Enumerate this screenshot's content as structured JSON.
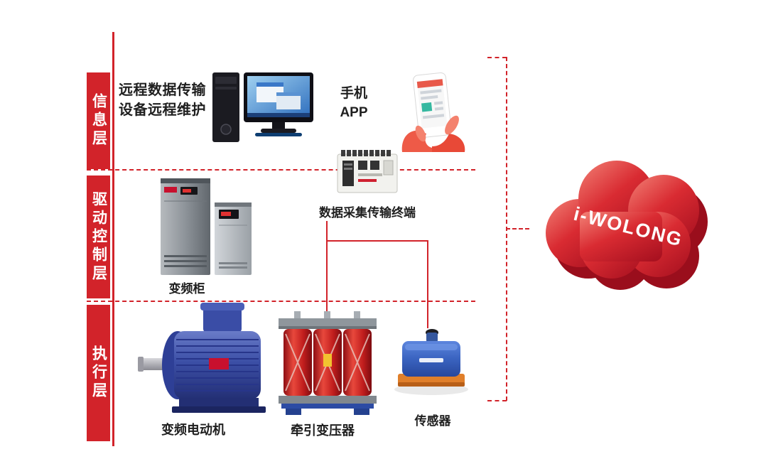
{
  "colors": {
    "accent_red": "#d2232a",
    "text_dark": "#1f1f1f"
  },
  "layers": [
    {
      "label": "信息层"
    },
    {
      "label": "驱动控制层"
    },
    {
      "label": "执行层"
    }
  ],
  "information_layer": {
    "remote_text_line1": "远程数据传输",
    "remote_text_line2": "设备远程维护",
    "phone_label_line1": "手机",
    "phone_label_line2": "APP"
  },
  "drive_control_layer": {
    "terminal_label": "数据采集传输终端",
    "inverter_cabinet_label": "变频柜"
  },
  "execution_layer": {
    "motor_label": "变频电动机",
    "transformer_label": "牵引变压器",
    "sensor_label": "传感器"
  },
  "cloud": {
    "label": "i-WOLONG"
  }
}
